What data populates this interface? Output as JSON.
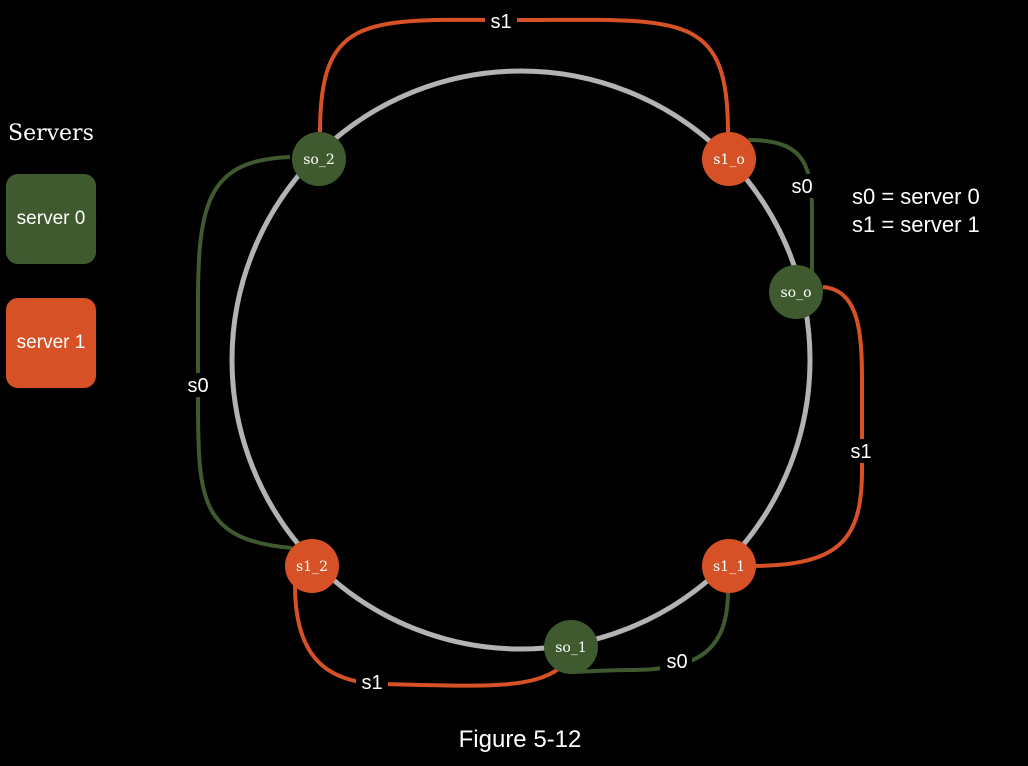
{
  "legend": {
    "title": "Servers",
    "servers": [
      {
        "id": "s0",
        "label": "server 0",
        "color": "#3f5a2e"
      },
      {
        "id": "s1",
        "label": "server 1",
        "color": "#d65226"
      }
    ]
  },
  "key": {
    "line1": "s0 = server 0",
    "line2": "s1 = server 1"
  },
  "ring": {
    "color": "#b3b3b3"
  },
  "nodes": [
    {
      "id": "s0_2",
      "label": "so_2",
      "server": "s0"
    },
    {
      "id": "s1_0",
      "label": "s1_o",
      "server": "s1"
    },
    {
      "id": "s0_0",
      "label": "so_o",
      "server": "s0"
    },
    {
      "id": "s1_1",
      "label": "s1_1",
      "server": "s1"
    },
    {
      "id": "s0_1",
      "label": "so_1",
      "server": "s0"
    },
    {
      "id": "s1_2",
      "label": "s1_2",
      "server": "s1"
    }
  ],
  "edges": [
    {
      "from": "s0_2",
      "to": "s1_0",
      "label": "s1",
      "server": "s1"
    },
    {
      "from": "s1_0",
      "to": "s0_0",
      "label": "s0",
      "server": "s0"
    },
    {
      "from": "s0_0",
      "to": "s1_1",
      "label": "s1",
      "server": "s1"
    },
    {
      "from": "s1_1",
      "to": "s0_1",
      "label": "s0",
      "server": "s0"
    },
    {
      "from": "s0_1",
      "to": "s1_2",
      "label": "s1",
      "server": "s1"
    },
    {
      "from": "s1_2",
      "to": "s0_2",
      "label": "s0",
      "server": "s0"
    }
  ],
  "caption": "Figure 5-12"
}
